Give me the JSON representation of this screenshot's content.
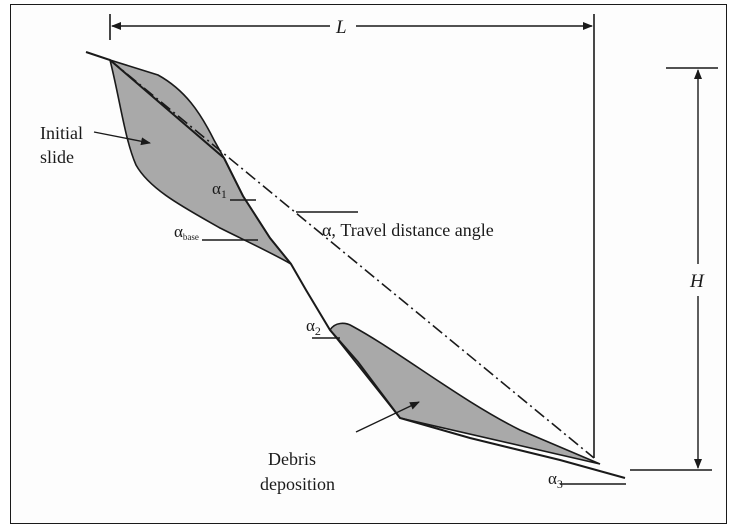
{
  "labels": {
    "length": "L",
    "height": "H",
    "initial_slide_line1": "Initial",
    "initial_slide_line2": "slide",
    "travel_angle": "α, Travel distance angle",
    "alpha": "α",
    "alpha1_sub": "1",
    "alpha2_sub": "2",
    "alpha3_sub": "3",
    "alpha_base_sub": "base",
    "debris_line1": "Debris",
    "debris_line2": "deposition"
  },
  "colors": {
    "deposit_fill": "#a9a9a9",
    "line": "#1a1a1a"
  }
}
